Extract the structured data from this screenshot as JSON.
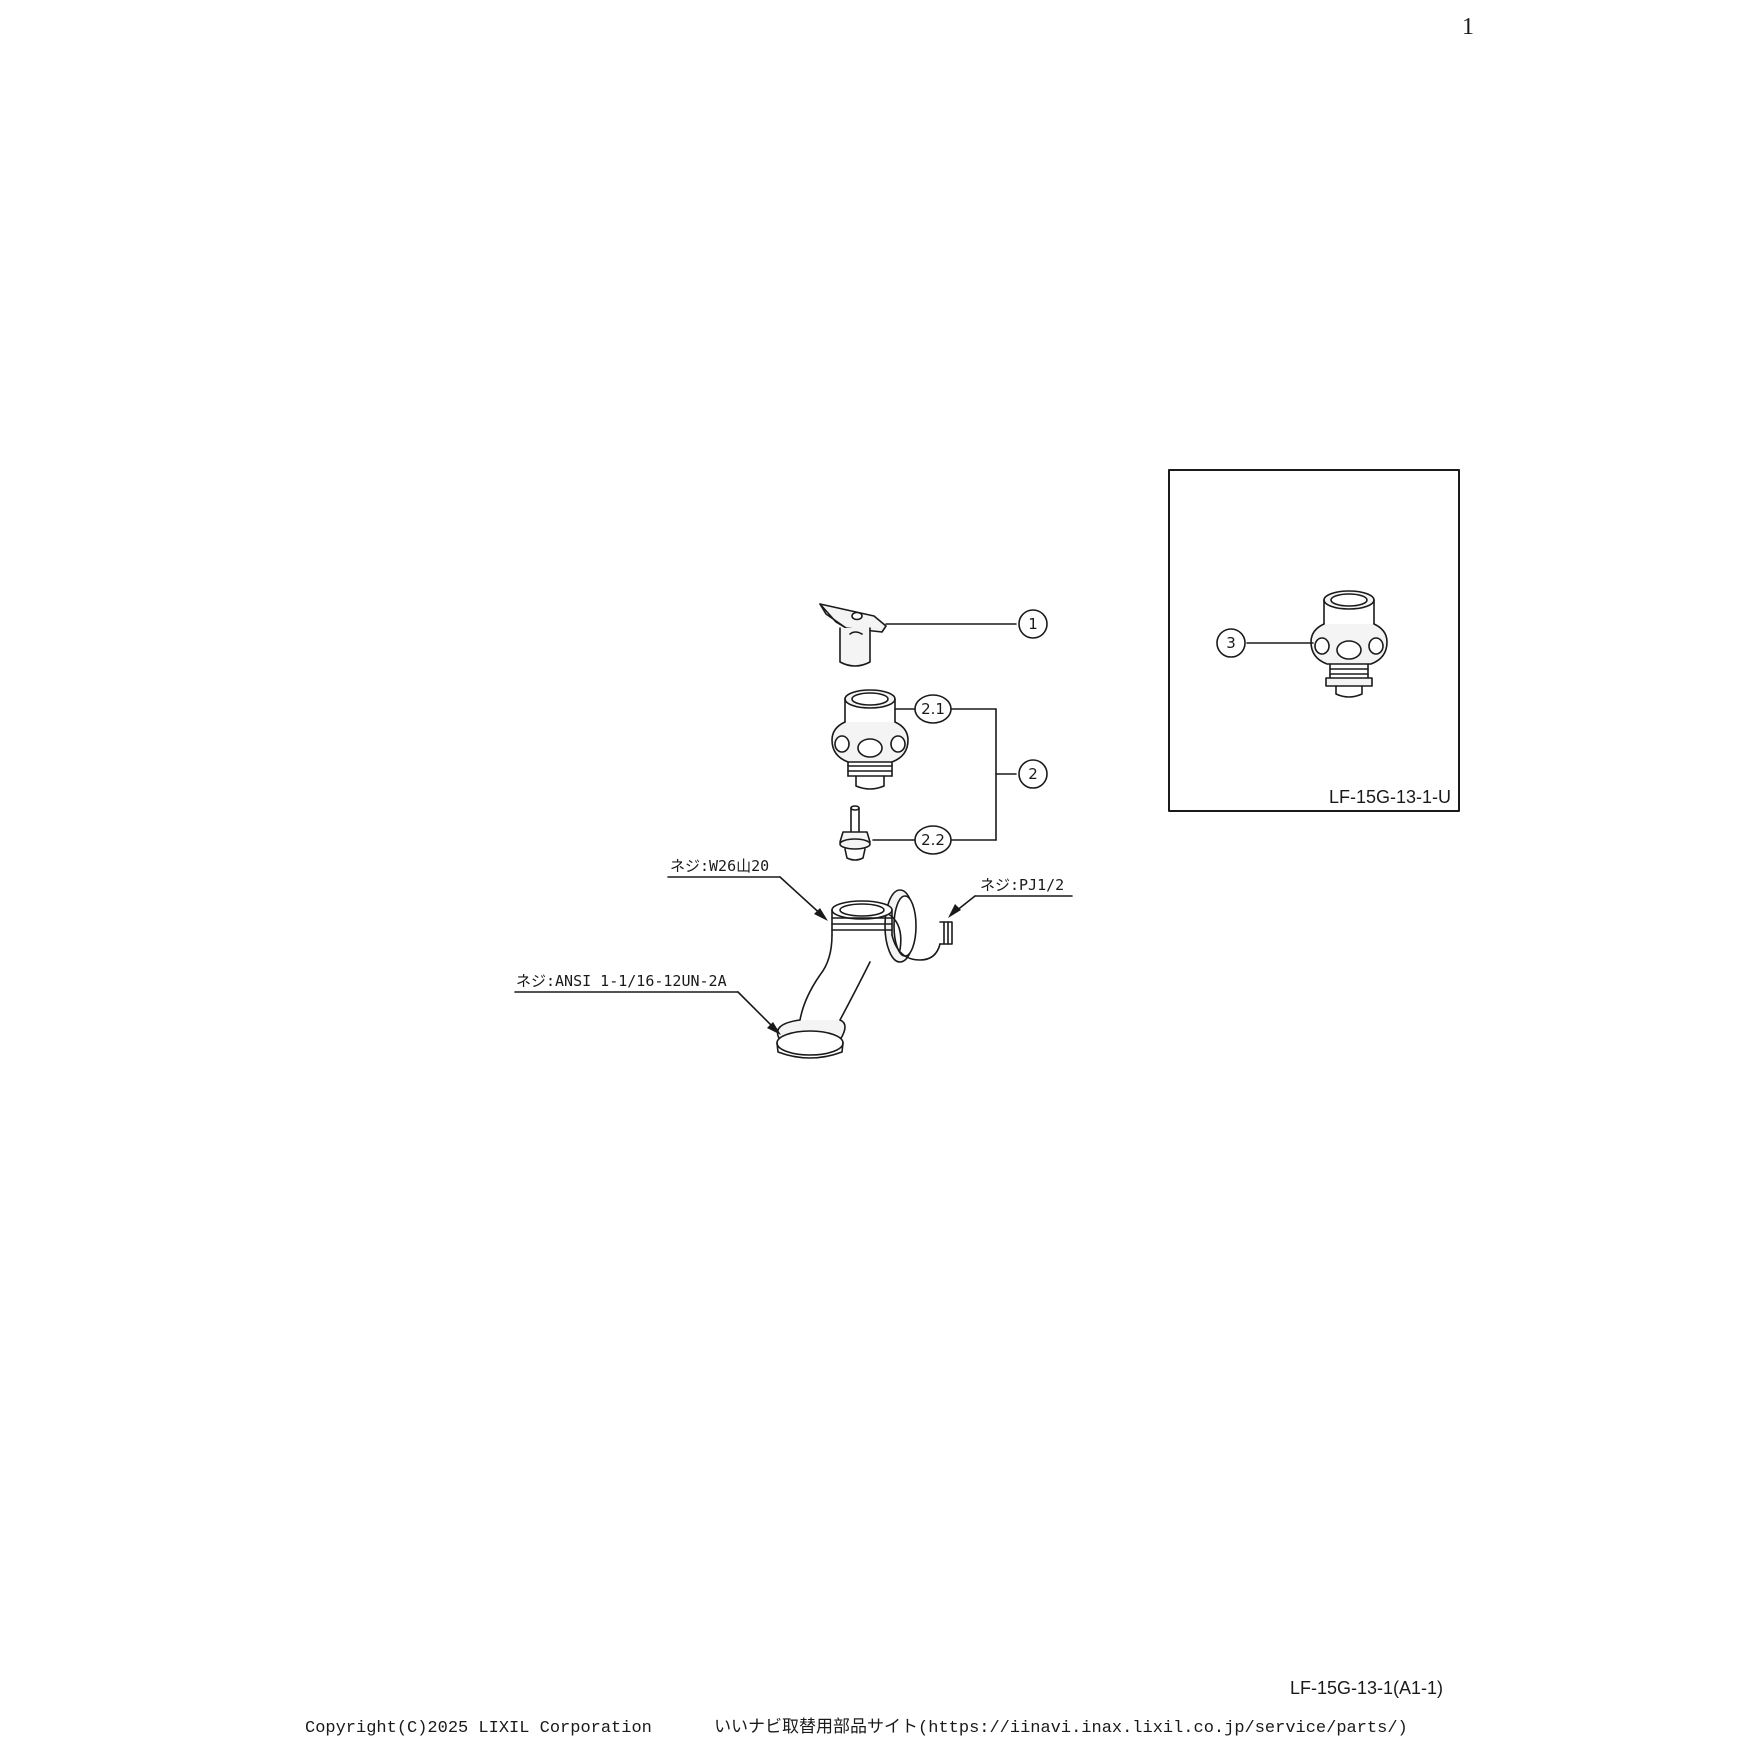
{
  "page_number": "1",
  "main_diagram": {
    "callouts": {
      "item_1": "1",
      "item_2": "2",
      "item_2_1": "2.1",
      "item_2_2": "2.2"
    },
    "thread_labels": {
      "top": "ネジ:W26山20",
      "side": "ネジ:PJ1/2",
      "bottom": "ネジ:ANSI 1-1/16-12UN-2A"
    }
  },
  "inset": {
    "callout": "3",
    "label": "LF-15G-13-1-U"
  },
  "document_code": "LF-15G-13-1(A1-1)",
  "footer": {
    "copyright": "Copyright(C)2025 LIXIL Corporation",
    "site": "いいナビ取替用部品サイト(https://iinavi.inax.lixil.co.jp/service/parts/)"
  },
  "colors": {
    "line": "#1a1a1a",
    "background": "#ffffff",
    "part_fill": "#f4f4f4"
  }
}
